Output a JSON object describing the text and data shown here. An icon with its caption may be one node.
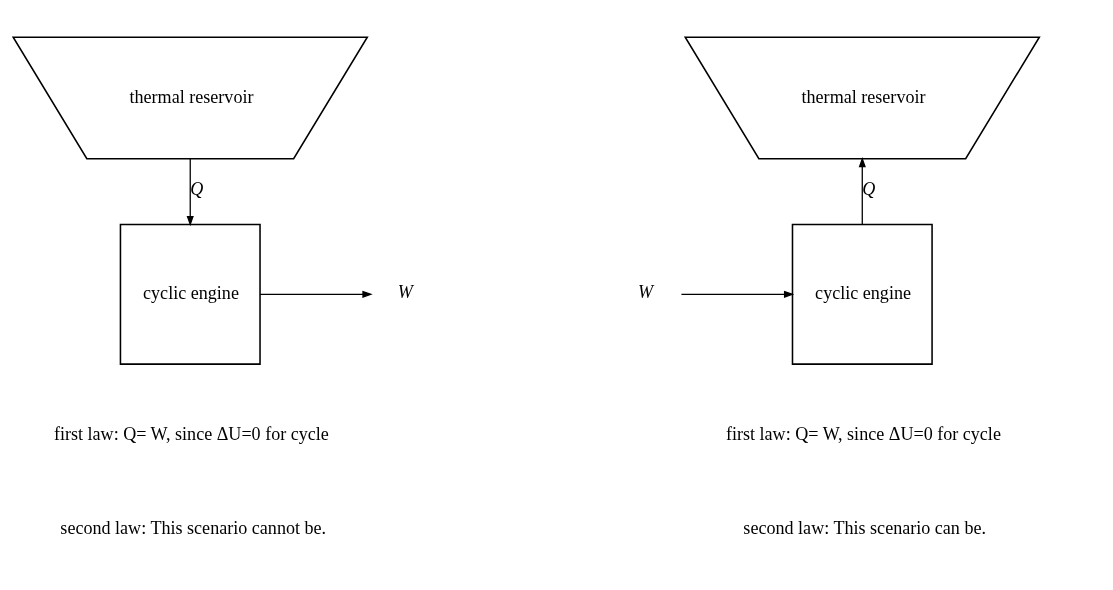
{
  "diagram": {
    "nodes": [
      {
        "text": [
          "thermal reservoir"
        ]
      },
      {
        "text": [
          "cyclic engine"
        ]
      },
      {
        "text": [
          "W"
        ]
      },
      {
        "text": [
          "thermal reservoir"
        ]
      },
      {
        "text": [
          "cyclic engine"
        ]
      },
      {
        "text": [
          "W"
        ]
      }
    ],
    "edges": [
      {
        "from": 0,
        "to": 1,
        "arrow": "to",
        "label": "Q"
      },
      {
        "from": 1,
        "to": 2,
        "arrow": "to"
      },
      {
        "from": 4,
        "to": 3,
        "arrow": "to",
        "label": "Q"
      },
      {
        "from": 5,
        "to": 4,
        "arrow": "to"
      }
    ],
    "labels": [
      "first law: Q= W, since ΔU=0 for cycle",
      "second law: This scenario cannot be.",
      "first law: Q= W, since ΔU=0 for cycle",
      "second law: This scenario can be."
    ]
  }
}
